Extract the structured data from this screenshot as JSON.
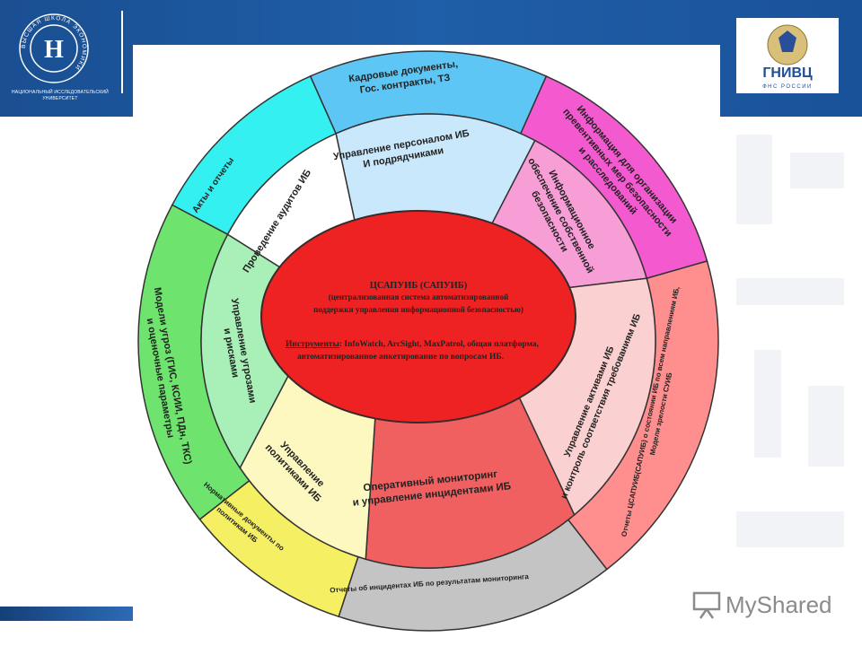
{
  "header": {
    "university_caption_line1": "НАЦИОНАЛЬНЫЙ ИССЛЕДОВАТЕЛЬСКИЙ",
    "university_caption_line2": "УНИВЕРСИТЕТ",
    "hse_ring_text": "ВЫСШАЯ ШКОЛА ЭКОНОМИКИ",
    "gnivc_logo_text": "ГНИВЦ",
    "gnivc_logo_subtext": "ФНС РОССИИ"
  },
  "colors": {
    "header_blue": "#1f5ea8",
    "core_red": "#ee2222",
    "outer_blue": "#5ec6f5",
    "outer_magenta": "#f45ad0",
    "outer_salmon": "#ff8f8f",
    "outer_grey": "#c4c4c4",
    "outer_yellow": "#f5ef63",
    "outer_green": "#6ee36e",
    "outer_cyan": "#35f0f0",
    "inner_lightblue": "#c9e8fb",
    "inner_pink": "#f79ed6",
    "inner_lightpink": "#fbd0d0",
    "inner_red": "#f06060",
    "inner_lightyellow": "#fdf7c0",
    "inner_lightgreen": "#a8f0b8"
  },
  "core": {
    "title": "ЦСАПУИБ (САПУИБ)",
    "subtitle_line1": "(централизованная система автоматизированной",
    "subtitle_line2": "поддержки управления информационной безопасностью)",
    "tools_label": "Инструменты",
    "tools_line1": ": InfoWatch, ArcSight, MaxPatrol, общая платформа,",
    "tools_line2": "автоматизированное анкетирование по вопросам ИБ."
  },
  "outer_ring": [
    {
      "lines": [
        "Кадровые документы,",
        "Гос. контракты, ТЗ"
      ]
    },
    {
      "lines": [
        "Информация для организации",
        "превентивных мер безопасности",
        "и расследований"
      ]
    },
    {
      "lines": [
        "Отчеты ЦСАПУИБ(САПУИБ) о состоянии ИБ по всем направлениям ИБ,",
        "Модели зрелости СУИБ"
      ]
    },
    {
      "lines": [
        "Отчеты об инцидентах ИБ по результатам мониторинга"
      ]
    },
    {
      "lines": [
        "Нормативные документы по",
        "политикам ИБ"
      ]
    },
    {
      "lines": [
        "Модели угроз (ГИС, КСИИ, ПДн, ТКС)",
        "и оценочные параметры"
      ]
    },
    {
      "lines": [
        "Акты и отчеты"
      ]
    }
  ],
  "inner_ring": [
    {
      "lines": [
        "Управление персоналом ИБ",
        "И подрядчиками"
      ]
    },
    {
      "lines": [
        "Информационное",
        "обеспечение собственной",
        "безопасности"
      ]
    },
    {
      "lines": [
        "Управление активами ИБ",
        "и контроль соответствия требованиям ИБ"
      ]
    },
    {
      "lines": [
        "Оперативный мониторинг",
        "и управление инцидентами ИБ"
      ]
    },
    {
      "lines": [
        "Управление",
        "политиками ИБ"
      ]
    },
    {
      "lines": [
        "Управление угрозами",
        "и рисками"
      ]
    },
    {
      "lines": [
        "Проведение аудитов ИБ"
      ]
    }
  ],
  "watermark": {
    "site_name": "MyShared"
  }
}
